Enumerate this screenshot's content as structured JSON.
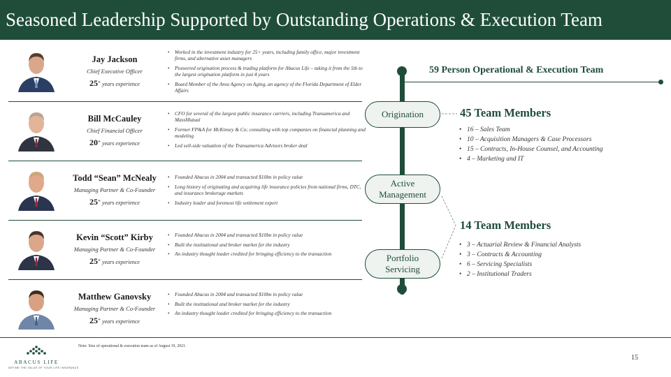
{
  "slide": {
    "title": "Seasoned Leadership Supported by Outstanding Operations & Execution Team",
    "page_number": "15",
    "note": "Note: Size of operational & execution team as of August 19, 2021."
  },
  "brand": {
    "name": "ABACUS LIFE",
    "tagline": "DEFINE THE VALUE OF YOUR LIFE INSURANCE",
    "accent_color": "#1f4d3a"
  },
  "executives": [
    {
      "name": "Jay Jackson",
      "role": "Chief Executive Officer",
      "years": "25",
      "plus": "+",
      "years_label": " years experience",
      "bullets": [
        "Worked in the investment industry for 25+ years, including family office, major investment firms, and alternative asset managers",
        "Pioneered origination process & trading platform for Abacus Life – taking it from the 5th to the largest origination platform in just 4 years",
        "Board Member of the Area Agency on Aging, an agency of the Florida Department of Elder Affairs"
      ]
    },
    {
      "name": "Bill McCauley",
      "role": "Chief Financial Officer",
      "years": "20",
      "plus": "+",
      "years_label": " years experience",
      "bullets": [
        "CFO for several of the largest public insurance carriers, including Transamerica and MassMutual",
        "Former FP&A for McKinsey & Co; consulting with top companies on financial planning and modeling",
        "Led sell-side valuation of the Transamerica Advisors broker deal"
      ]
    },
    {
      "name": "Todd “Sean” McNealy",
      "role": "Managing Partner & Co-Founder",
      "years": "25",
      "plus": "+",
      "years_label": " years experience",
      "bullets": [
        "Founded Abacus in 2004 and transacted $10bn in policy value",
        "Long history of originating and acquiring life insurance policies from national firms, DTC, and insurance brokerage markets",
        "Industry leader and foremost life settlement expert"
      ]
    },
    {
      "name": "Kevin “Scott” Kirby",
      "role": "Managing Partner & Co-Founder",
      "years": "25",
      "plus": "+",
      "years_label": " years experience",
      "bullets": [
        "Founded Abacus in 2004 and transacted $10bn in policy value",
        "Built the institutional and broker market for the industry",
        "An industry thought leader credited for bringing efficiency to the transaction"
      ]
    },
    {
      "name": "Matthew Ganovsky",
      "role": "Managing Partner & Co-Founder",
      "years": "25",
      "plus": "+",
      "years_label": " years experience",
      "bullets": [
        "Founded Abacus in 2004 and transacted $10bn in policy value",
        "Built the institutional and broker market for the industry",
        "An industry thought leader credited for bringing efficiency to the transaction"
      ]
    }
  ],
  "team": {
    "title": "59 Person Operational & Execution Team",
    "stages": [
      {
        "line1": "Origination",
        "line2": ""
      },
      {
        "line1": "Active",
        "line2": "Management"
      },
      {
        "line1": "Portfolio",
        "line2": "Servicing"
      }
    ],
    "groups": [
      {
        "title": "45 Team Members",
        "items": [
          "16 – Sales Team",
          "10 – Acquisition Managers & Case Processors",
          "15 – Contracts, In-House Counsel, and Accounting",
          "4 – Marketing and IT"
        ]
      },
      {
        "title": "14 Team Members",
        "items": [
          "3 – Actuarial Review & Financial Analysts",
          "3 – Contracts & Accounting",
          "6 – Servicing Specialists",
          "2 – Institutional Traders"
        ]
      }
    ]
  }
}
